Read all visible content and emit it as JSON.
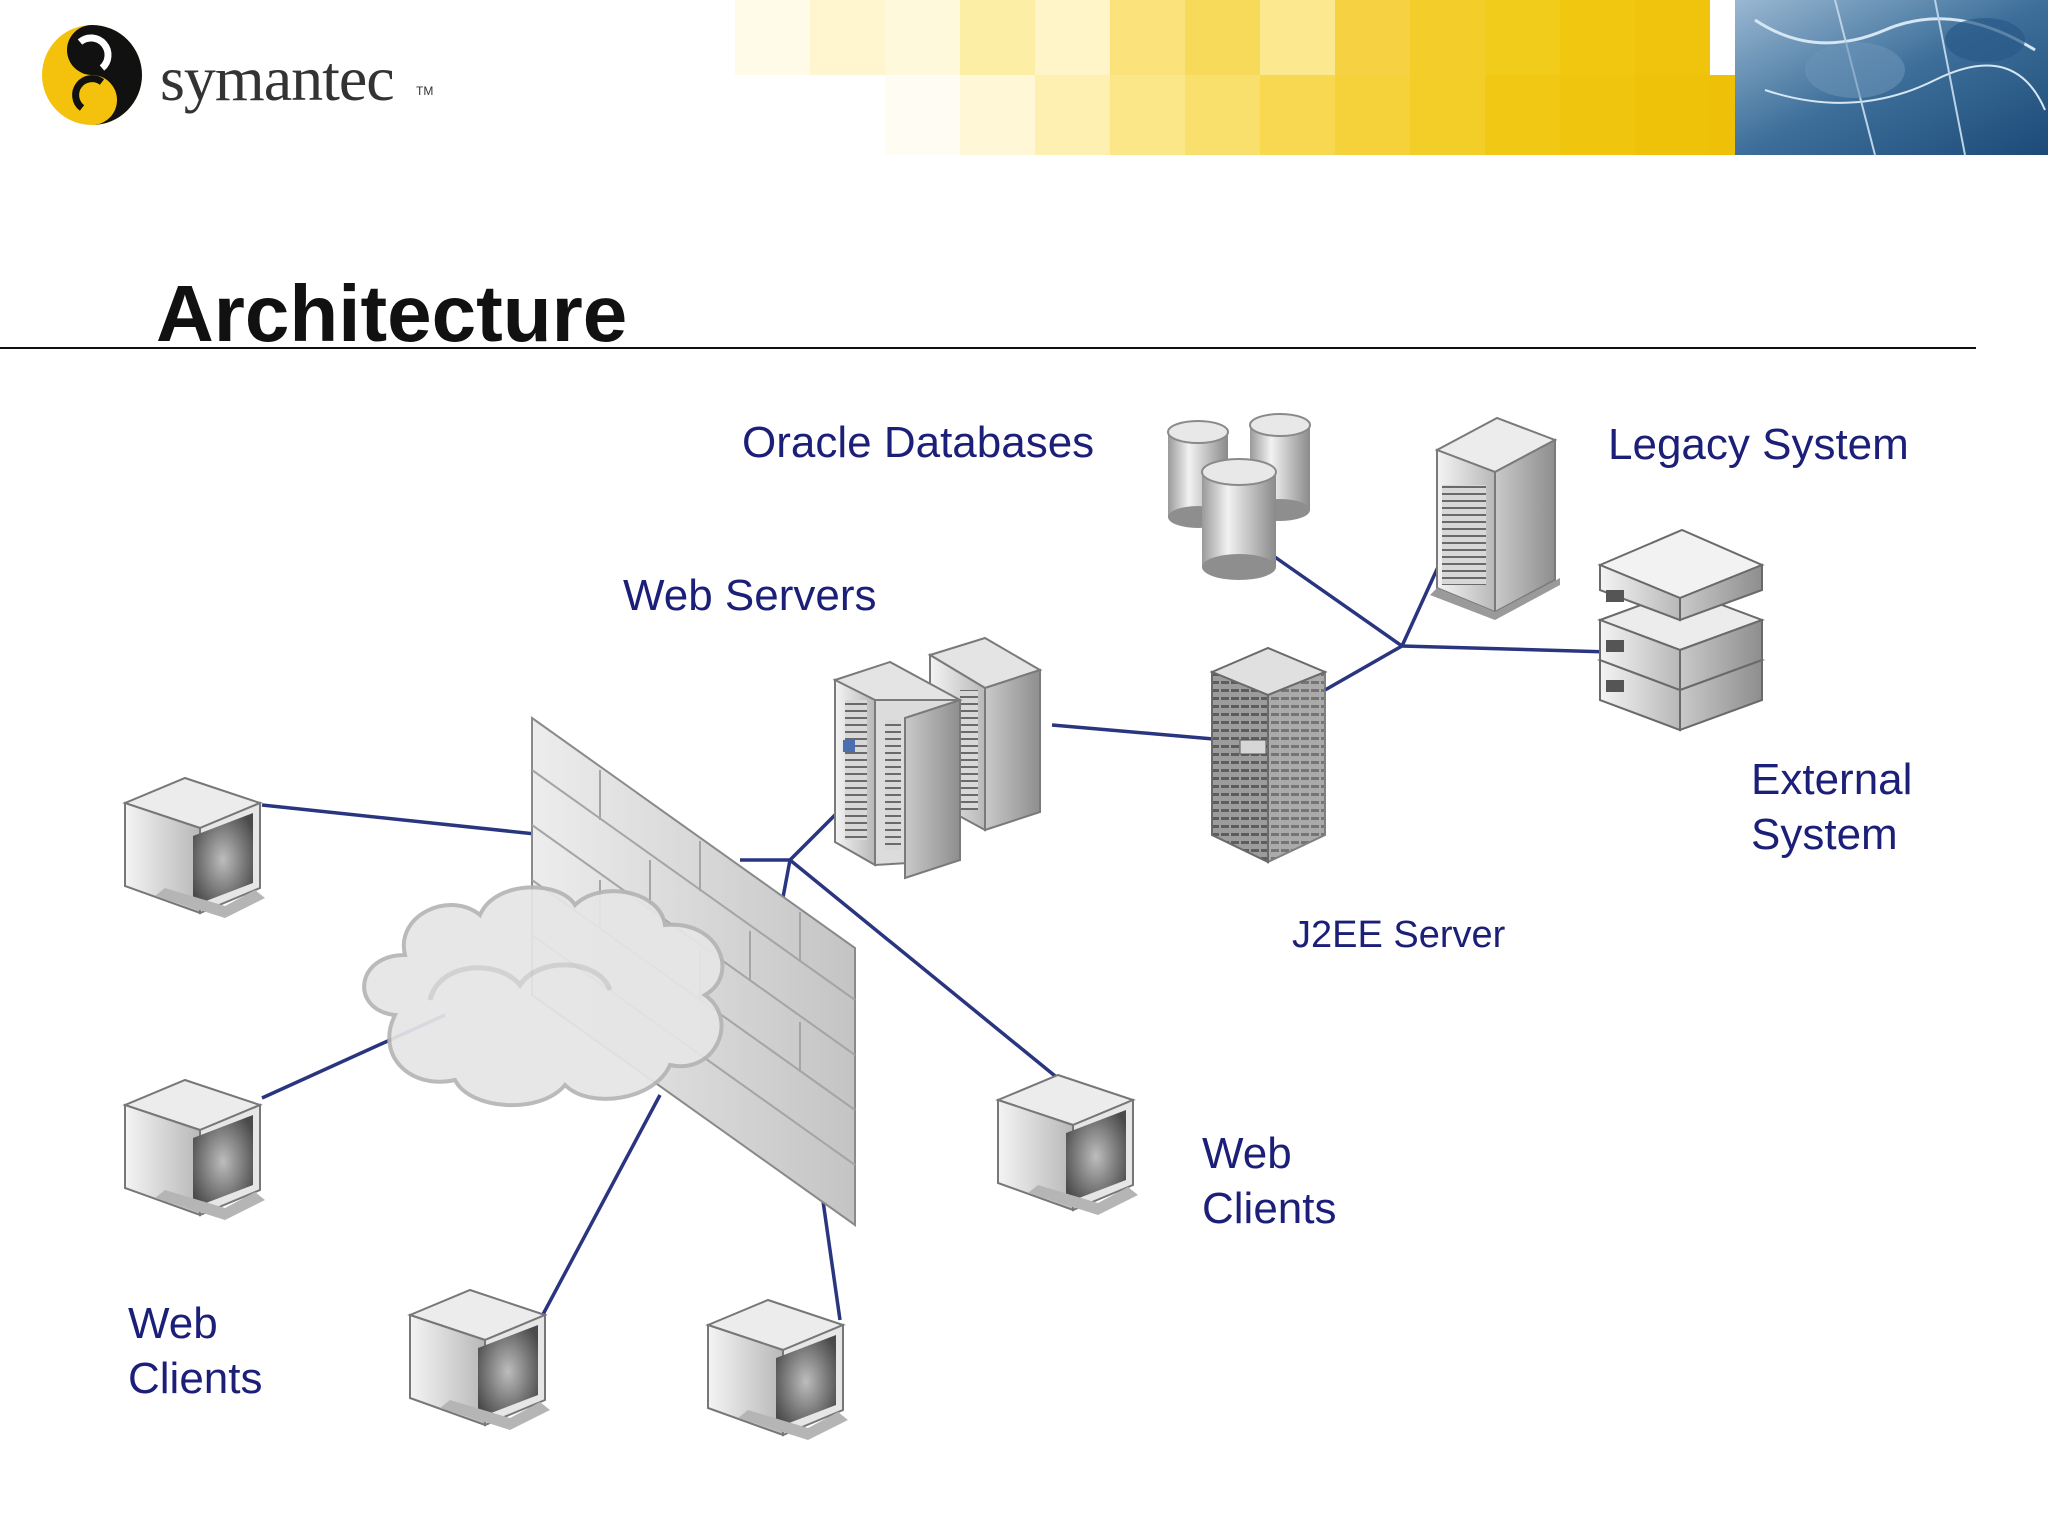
{
  "header": {
    "logo_text": "symantec",
    "logo_tm": "TM"
  },
  "slide": {
    "title": "Architecture"
  },
  "labels": {
    "oracle_databases": "Oracle Databases",
    "legacy_system": "Legacy System",
    "web_servers": "Web Servers",
    "external_system_line1": "External",
    "external_system_line2": "System",
    "j2ee_server": "J2EE Server",
    "web_clients_right_line1": "Web",
    "web_clients_right_line2": "Clients",
    "web_clients_left_line1": "Web",
    "web_clients_left_line2": "Clients"
  },
  "colors": {
    "label": "#1c1f78",
    "connector": "#2a3580",
    "banner_yellow": "#f2cc1a",
    "logo_yellow": "#f4c20d"
  }
}
